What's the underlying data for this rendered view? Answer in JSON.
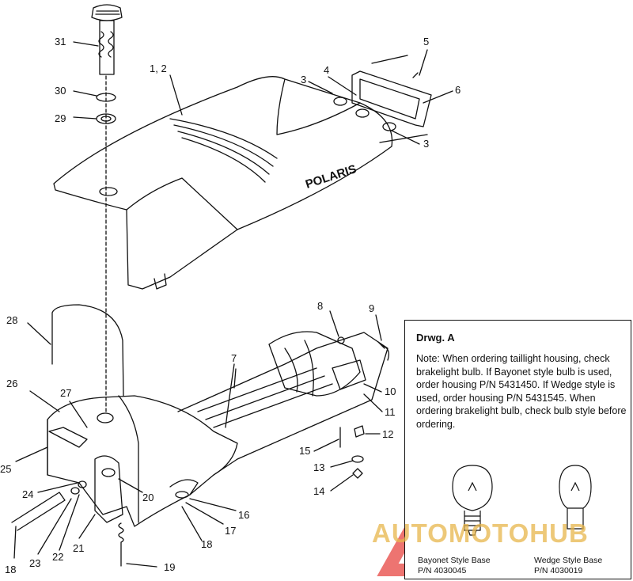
{
  "callouts": [
    {
      "id": "c31",
      "text": "31"
    },
    {
      "id": "c1-2",
      "text": "1, 2"
    },
    {
      "id": "c30",
      "text": "30"
    },
    {
      "id": "c29",
      "text": "29"
    },
    {
      "id": "c3a",
      "text": "3"
    },
    {
      "id": "c4",
      "text": "4"
    },
    {
      "id": "c5",
      "text": "5"
    },
    {
      "id": "c6",
      "text": "6"
    },
    {
      "id": "c3b",
      "text": "3"
    },
    {
      "id": "c28",
      "text": "28"
    },
    {
      "id": "c8",
      "text": "8"
    },
    {
      "id": "c9",
      "text": "9"
    },
    {
      "id": "c7",
      "text": "7"
    },
    {
      "id": "c10",
      "text": "10"
    },
    {
      "id": "c11",
      "text": "11"
    },
    {
      "id": "c12",
      "text": "12"
    },
    {
      "id": "c15",
      "text": "15"
    },
    {
      "id": "c13",
      "text": "13"
    },
    {
      "id": "c14",
      "text": "14"
    },
    {
      "id": "c26",
      "text": "26"
    },
    {
      "id": "c27",
      "text": "27"
    },
    {
      "id": "c25",
      "text": "25"
    },
    {
      "id": "c24",
      "text": "24"
    },
    {
      "id": "c20",
      "text": "20"
    },
    {
      "id": "c16",
      "text": "16"
    },
    {
      "id": "c17",
      "text": "17"
    },
    {
      "id": "c18b",
      "text": "18"
    },
    {
      "id": "c19",
      "text": "19"
    },
    {
      "id": "c21",
      "text": "21"
    },
    {
      "id": "c22",
      "text": "22"
    },
    {
      "id": "c23",
      "text": "23"
    },
    {
      "id": "c18a",
      "text": "18"
    }
  ],
  "hood_logo": "POLARIS",
  "drawing_a": {
    "title": "Drwg. A",
    "note": "Note: When ordering taillight housing, check brakelight bulb.  If Bayonet style bulb is  used, order housing P/N 5431450.  If Wedge style is used, order housing P/N 5431545.  When ordering brakelight bulb, check bulb style before ordering.",
    "bayonet_caption": "Bayonet Style Base",
    "bayonet_pn": "P/N 4030045",
    "wedge_caption": "Wedge Style Base",
    "wedge_pn": "P/N 4030019"
  },
  "watermark": "AUTOMOTOHUB",
  "colors": {
    "line": "#111111",
    "watermark_red": "#e53935",
    "watermark_gold": "#e8b64c"
  }
}
